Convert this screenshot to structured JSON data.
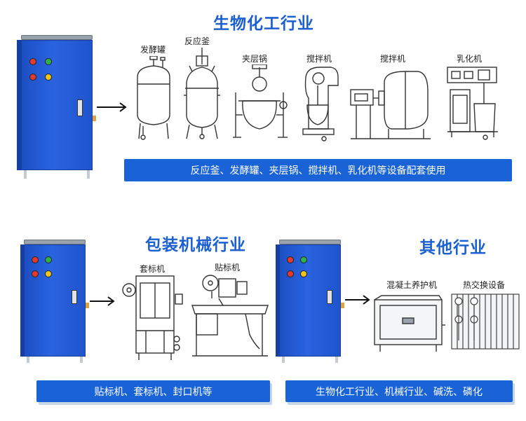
{
  "sections": {
    "bio": {
      "title": "生物化工行业",
      "equipment": [
        "发酵罐",
        "反应釜",
        "夹层锅",
        "搅拌机",
        "搅拌机",
        "乳化机"
      ],
      "banner": "反应釜、发酵罐、夹层锅、搅拌机、乳化机等设备配套使用"
    },
    "packaging": {
      "title": "包装机械行业",
      "equipment": [
        "套标机",
        "贴标机"
      ],
      "banner": "贴标机、套标机、封口机等"
    },
    "other": {
      "title": "其他行业",
      "equipment": [
        "混凝土养护机",
        "热交换设备"
      ],
      "banner": "生物化工行业、机械行业、碱洗、磷化"
    }
  },
  "colors": {
    "title_blue": "#1c5fd0",
    "banner_blue": "#1a63d6",
    "cabinet_blue": "#2a63e0"
  },
  "icons": [
    "arrow-right-icon",
    "indicator-lamp-icon",
    "door-handle-icon"
  ]
}
